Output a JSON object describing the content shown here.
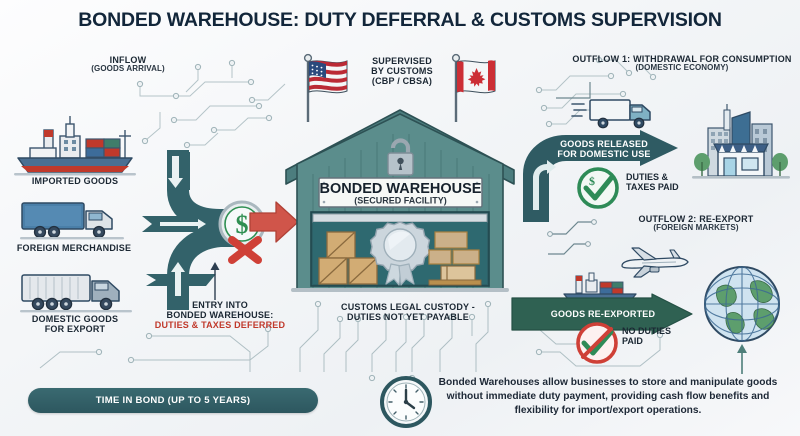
{
  "title": "BONDED WAREHOUSE: DUTY DEFERRAL & CUSTOMS SUPERVISION",
  "inflow": {
    "heading_line1": "INFLOW",
    "heading_line2": "(GOODS ARRIVAL)",
    "sources": [
      {
        "label_line1": "IMPORTED GOODS",
        "label_line2": "",
        "icon": "cargo-ship-icon"
      },
      {
        "label_line1": "FOREIGN MERCHANDISE",
        "label_line2": "",
        "icon": "box-truck-icon"
      },
      {
        "label_line1": "DOMESTIC GOODS",
        "label_line2": "FOR EXPORT",
        "icon": "semi-truck-icon"
      }
    ],
    "entry_note_line1": "ENTRY INTO",
    "entry_note_line2": "BONDED WAREHOUSE:",
    "entry_note_line3": "DUTIES & TAXES DEFERRED",
    "entry_badge_icon": "dollar-coin-with-red-x-icon"
  },
  "supervision": {
    "line1": "SUPERVISED",
    "line2": "BY CUSTOMS",
    "line3": "(CBP / CBSA)",
    "flag_left": "us-flag-icon",
    "flag_right": "canada-flag-icon",
    "lock_icon": "padlock-icon"
  },
  "warehouse": {
    "sign_line1": "BONDED WAREHOUSE",
    "sign_line2": "(SECURED FACILITY)",
    "seal_icon": "customs-seal-ribbon-icon",
    "custody_line1": "CUSTOMS LEGAL CUSTODY -",
    "custody_line2": "DUTIES NOT YET PAYABLE"
  },
  "outflow1": {
    "heading_line1": "OUTFLOW 1: WITHDRAWAL FOR CONSUMPTION",
    "heading_line2": "(DOMESTIC ECONOMY)",
    "arrow_line1": "GOODS RELEASED",
    "arrow_line2": "FOR DOMESTIC USE",
    "badge_icon": "green-check-dollar-icon",
    "badge_line1": "DUTIES &",
    "badge_line2": "TAXES PAID",
    "vehicle_icon": "delivery-truck-icon",
    "destination_icon": "city-storefront-icon"
  },
  "outflow2": {
    "heading_line1": "OUTFLOW 2: RE-EXPORT",
    "heading_line2": "(FOREIGN MARKETS)",
    "arrow_line1": "GOODS RE-EXPORTED",
    "badge_icon": "red-prohibited-check-icon",
    "badge_line1": "NO DUTIES",
    "badge_line2": "PAID",
    "vehicle_icon_air": "airplane-icon",
    "vehicle_icon_sea": "cargo-ship-icon",
    "destination_icon": "globe-icon"
  },
  "timeline": {
    "label": "TIME IN BOND (UP TO 5 YEARS)",
    "clock_icon": "clock-icon"
  },
  "footnote": "Bonded Warehouses allow businesses to store and manipulate goods without immediate duty payment, providing cash flow benefits and flexibility for import/export operations.",
  "colors": {
    "teal_dark": "#2d575f",
    "teal_arrow": "#33626a",
    "green_arrow": "#2f6152",
    "red_arrow": "#d0554a",
    "accent_red": "#c0392b",
    "accent_green": "#2e8b57",
    "title": "#12263a",
    "background": "#f3f5f7"
  }
}
